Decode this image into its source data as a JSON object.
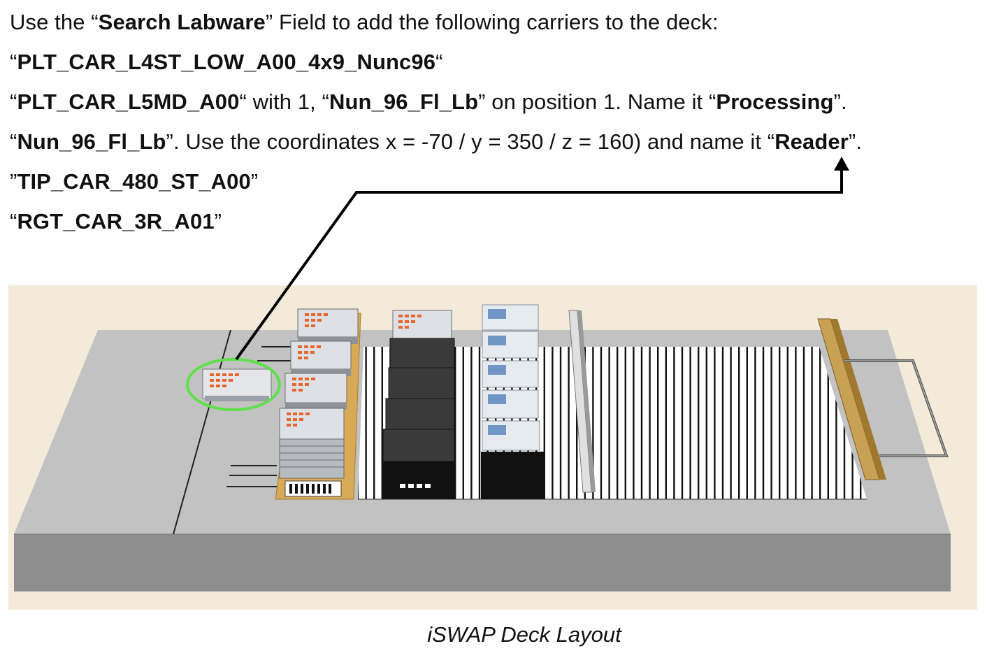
{
  "instructions": {
    "line1": {
      "pre": "Use the “",
      "b1": "Search Labware",
      "post": "” Field to add the following carriers to the deck:"
    },
    "line2": {
      "pre": "“",
      "b1": "PLT_CAR_L4ST_LOW_A00_4x9_Nunc96",
      "post": "“"
    },
    "line3": {
      "pre": "“",
      "b1": "PLT_CAR_L5MD_A00",
      "mid1": "“ with 1, “",
      "b2": "Nun_96_Fl_Lb",
      "mid2": "” on position 1. Name it “",
      "b3": "Processing",
      "post": "”."
    },
    "line4": {
      "pre": "“",
      "b1": "Nun_96_Fl_Lb",
      "mid1": "”. Use the coordinates x = -70 / y = 350 / z = 160) and name it “",
      "b2": "Reader",
      "post": "”."
    },
    "line5": {
      "pre": "”",
      "b1": "TIP_CAR_480_ST_A00",
      "post": "”"
    },
    "line6": {
      "pre": "“",
      "b1": "RGT_CAR_3R_A01",
      "post": "”"
    }
  },
  "deck": {
    "highlight_color": "#5fe04a",
    "arrow_color": "#000000",
    "background_color": "#f4ead9"
  },
  "caption": "iSWAP Deck Layout"
}
